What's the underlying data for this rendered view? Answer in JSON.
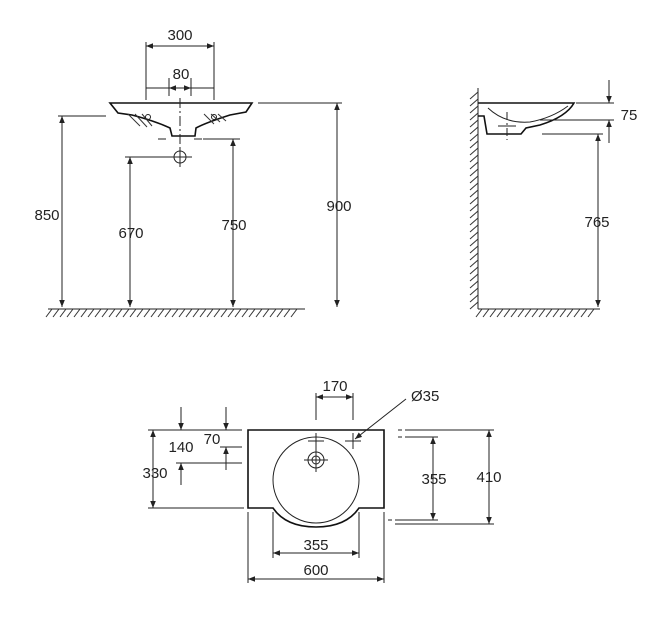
{
  "front_view": {
    "dim_width_300": "300",
    "dim_80": "80",
    "dim_850": "850",
    "dim_670": "670",
    "dim_750": "750",
    "dim_900": "900"
  },
  "side_view": {
    "dim_75": "75",
    "dim_765": "765"
  },
  "top_view": {
    "dim_170": "170",
    "dim_dia35": "Ø35",
    "dim_140": "140",
    "dim_70": "70",
    "dim_330": "330",
    "dim_355_right": "355",
    "dim_410": "410",
    "dim_355_bottom": "355",
    "dim_600": "600"
  }
}
